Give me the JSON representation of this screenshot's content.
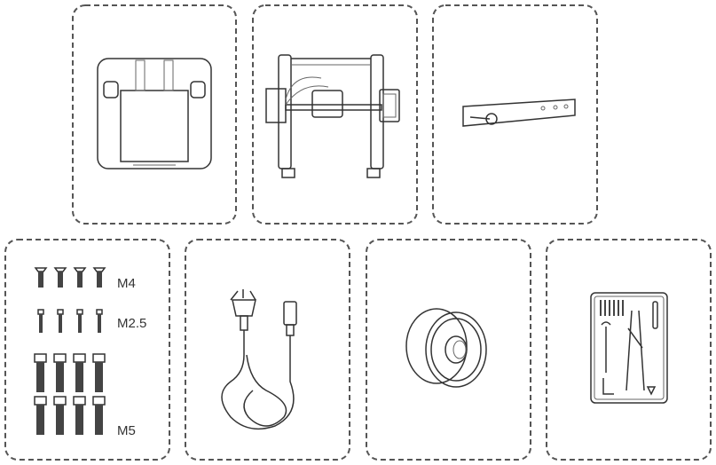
{
  "items": [
    {
      "name": "heatbed"
    },
    {
      "name": "printer-frame"
    },
    {
      "name": "spool-holder"
    },
    {
      "name": "screws",
      "labels": [
        "M4",
        "M2.5",
        "M5"
      ]
    },
    {
      "name": "power-cable"
    },
    {
      "name": "filament-spool"
    },
    {
      "name": "tool-kit"
    }
  ],
  "colors": {
    "line": "#333333",
    "dash": "#555555",
    "screw": "#444444"
  }
}
